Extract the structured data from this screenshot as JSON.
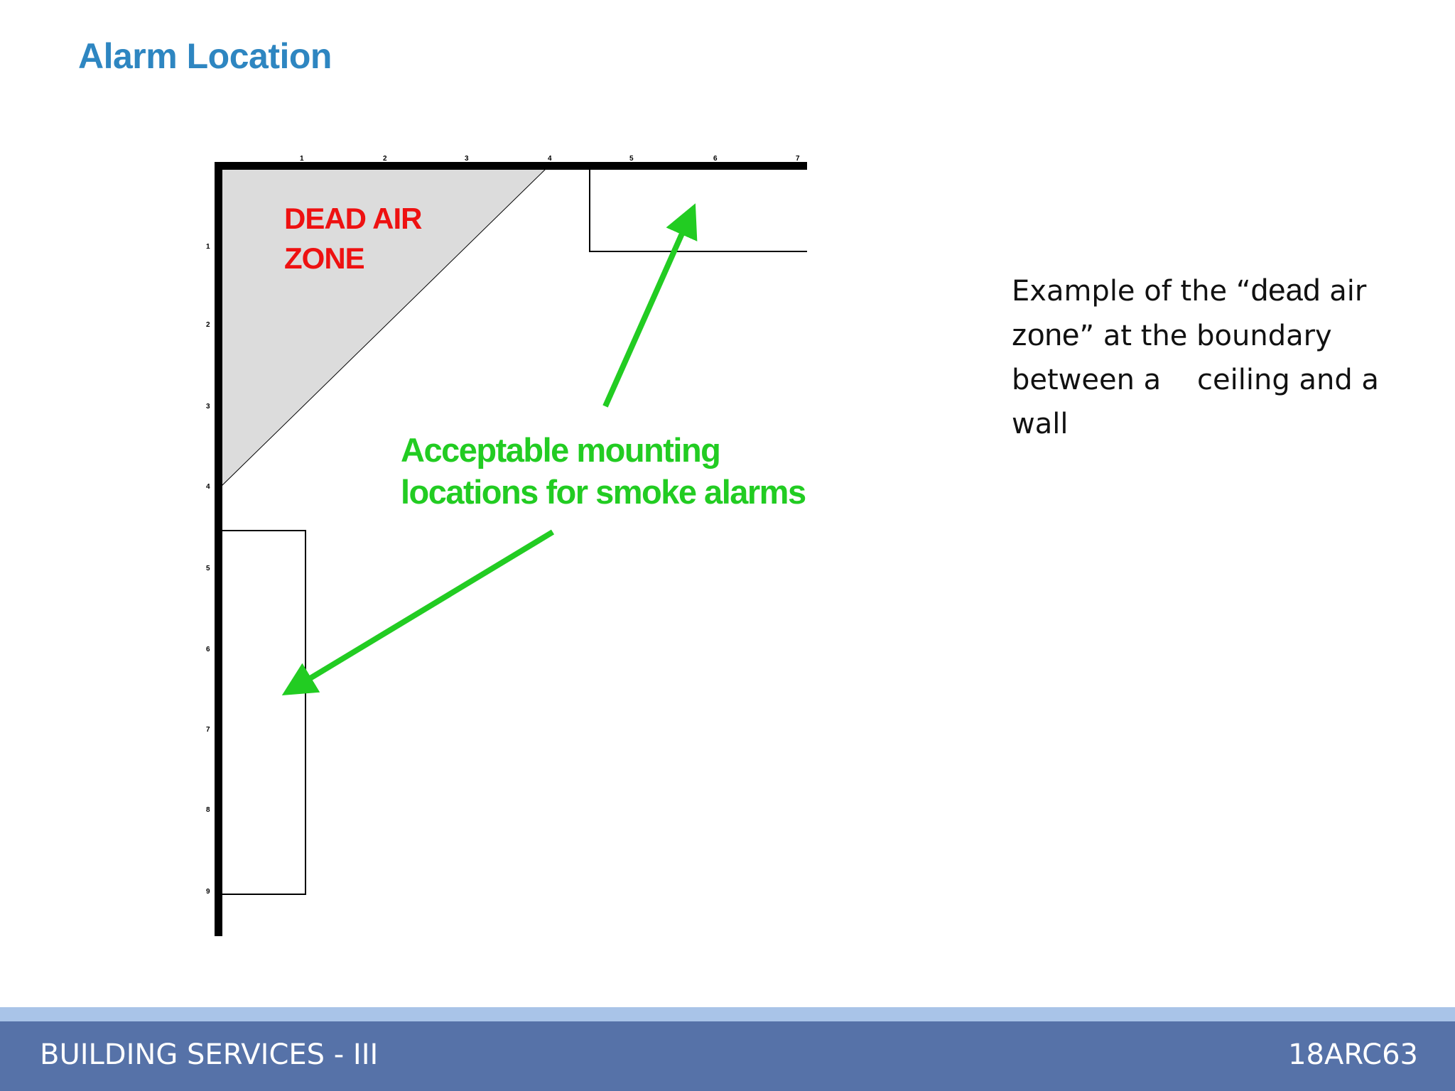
{
  "slide": {
    "title": "Alarm Location"
  },
  "diagram": {
    "dead_air_line1": "DEAD AIR",
    "dead_air_line2": "ZONE",
    "acceptable_line1": "Acceptable mounting",
    "acceptable_line2": "locations for smoke alarms",
    "top_ticks": [
      "1",
      "2",
      "3",
      "4",
      "5",
      "6",
      "7"
    ],
    "left_ticks": [
      "1",
      "2",
      "3",
      "4",
      "5",
      "6",
      "7",
      "8",
      "9"
    ],
    "colors": {
      "dead_air_text": "#ee1111",
      "dead_air_fill": "#dcdcdc",
      "arrow": "#22cc22",
      "wall": "#000000"
    }
  },
  "description": {
    "part1": "Example of the “",
    "part2": "dead",
    "part3": " air ",
    "part4": "zone",
    "part5": "” at the boundary between a    ceiling and a wall"
  },
  "footer": {
    "left": "BUILDING SERVICES - III",
    "right": "18ARC63",
    "colors": {
      "bar": "#5672a8",
      "stripe": "#a9c4e8"
    }
  }
}
